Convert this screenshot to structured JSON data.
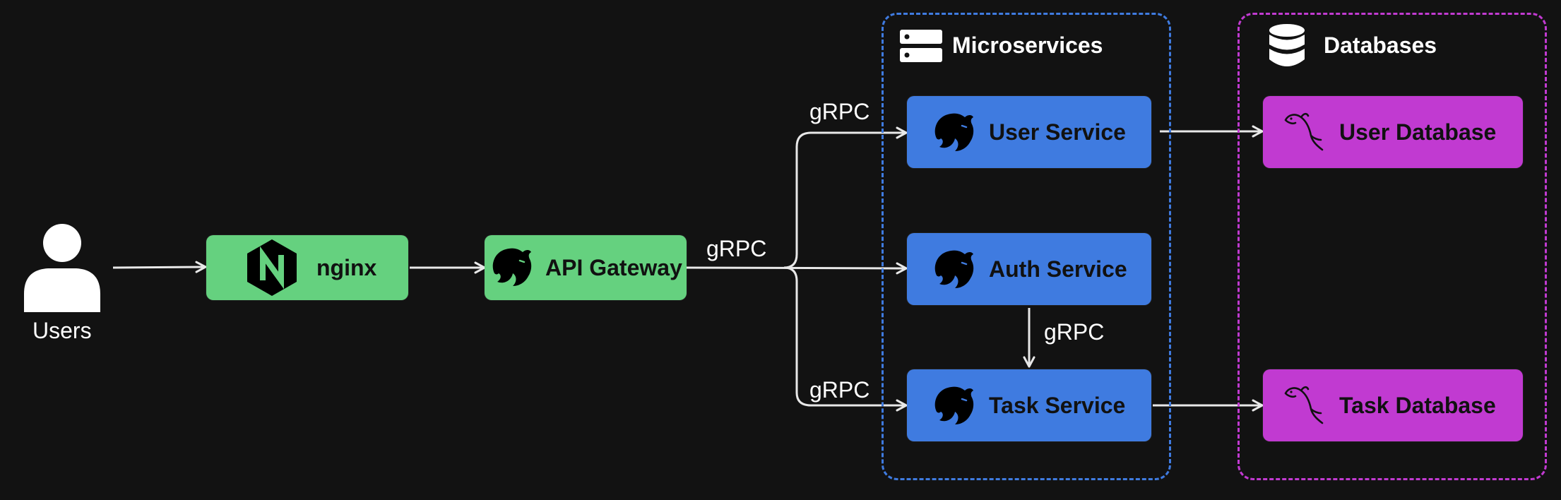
{
  "colors": {
    "background": "#121212",
    "green_node": "#65d17f",
    "blue_node": "#3f7be0",
    "purple_node": "#c13ad1",
    "microservices_border": "#3f7be0",
    "databases_border": "#c13ad1",
    "arrow": "#e8e8e8"
  },
  "users": {
    "label": "Users",
    "icon": "user-icon"
  },
  "nodes": {
    "nginx": {
      "label": "nginx",
      "icon": "nginx-icon"
    },
    "api_gateway": {
      "label": "API Gateway",
      "icon": "nestjs-icon"
    },
    "user_service": {
      "label": "User Service",
      "icon": "nestjs-icon"
    },
    "auth_service": {
      "label": "Auth Service",
      "icon": "nestjs-icon"
    },
    "task_service": {
      "label": "Task Service",
      "icon": "nestjs-icon"
    },
    "user_database": {
      "label": "User Database",
      "icon": "mysql-dolphin-icon"
    },
    "task_database": {
      "label": "Task Database",
      "icon": "mysql-dolphin-icon"
    }
  },
  "groups": {
    "microservices": {
      "title": "Microservices",
      "icon": "server-icon"
    },
    "databases": {
      "title": "Databases",
      "icon": "database-icon"
    }
  },
  "edge_labels": {
    "gateway_out": "gRPC",
    "to_user_service": "gRPC",
    "to_task_service": "gRPC",
    "auth_to_task": "gRPC"
  }
}
